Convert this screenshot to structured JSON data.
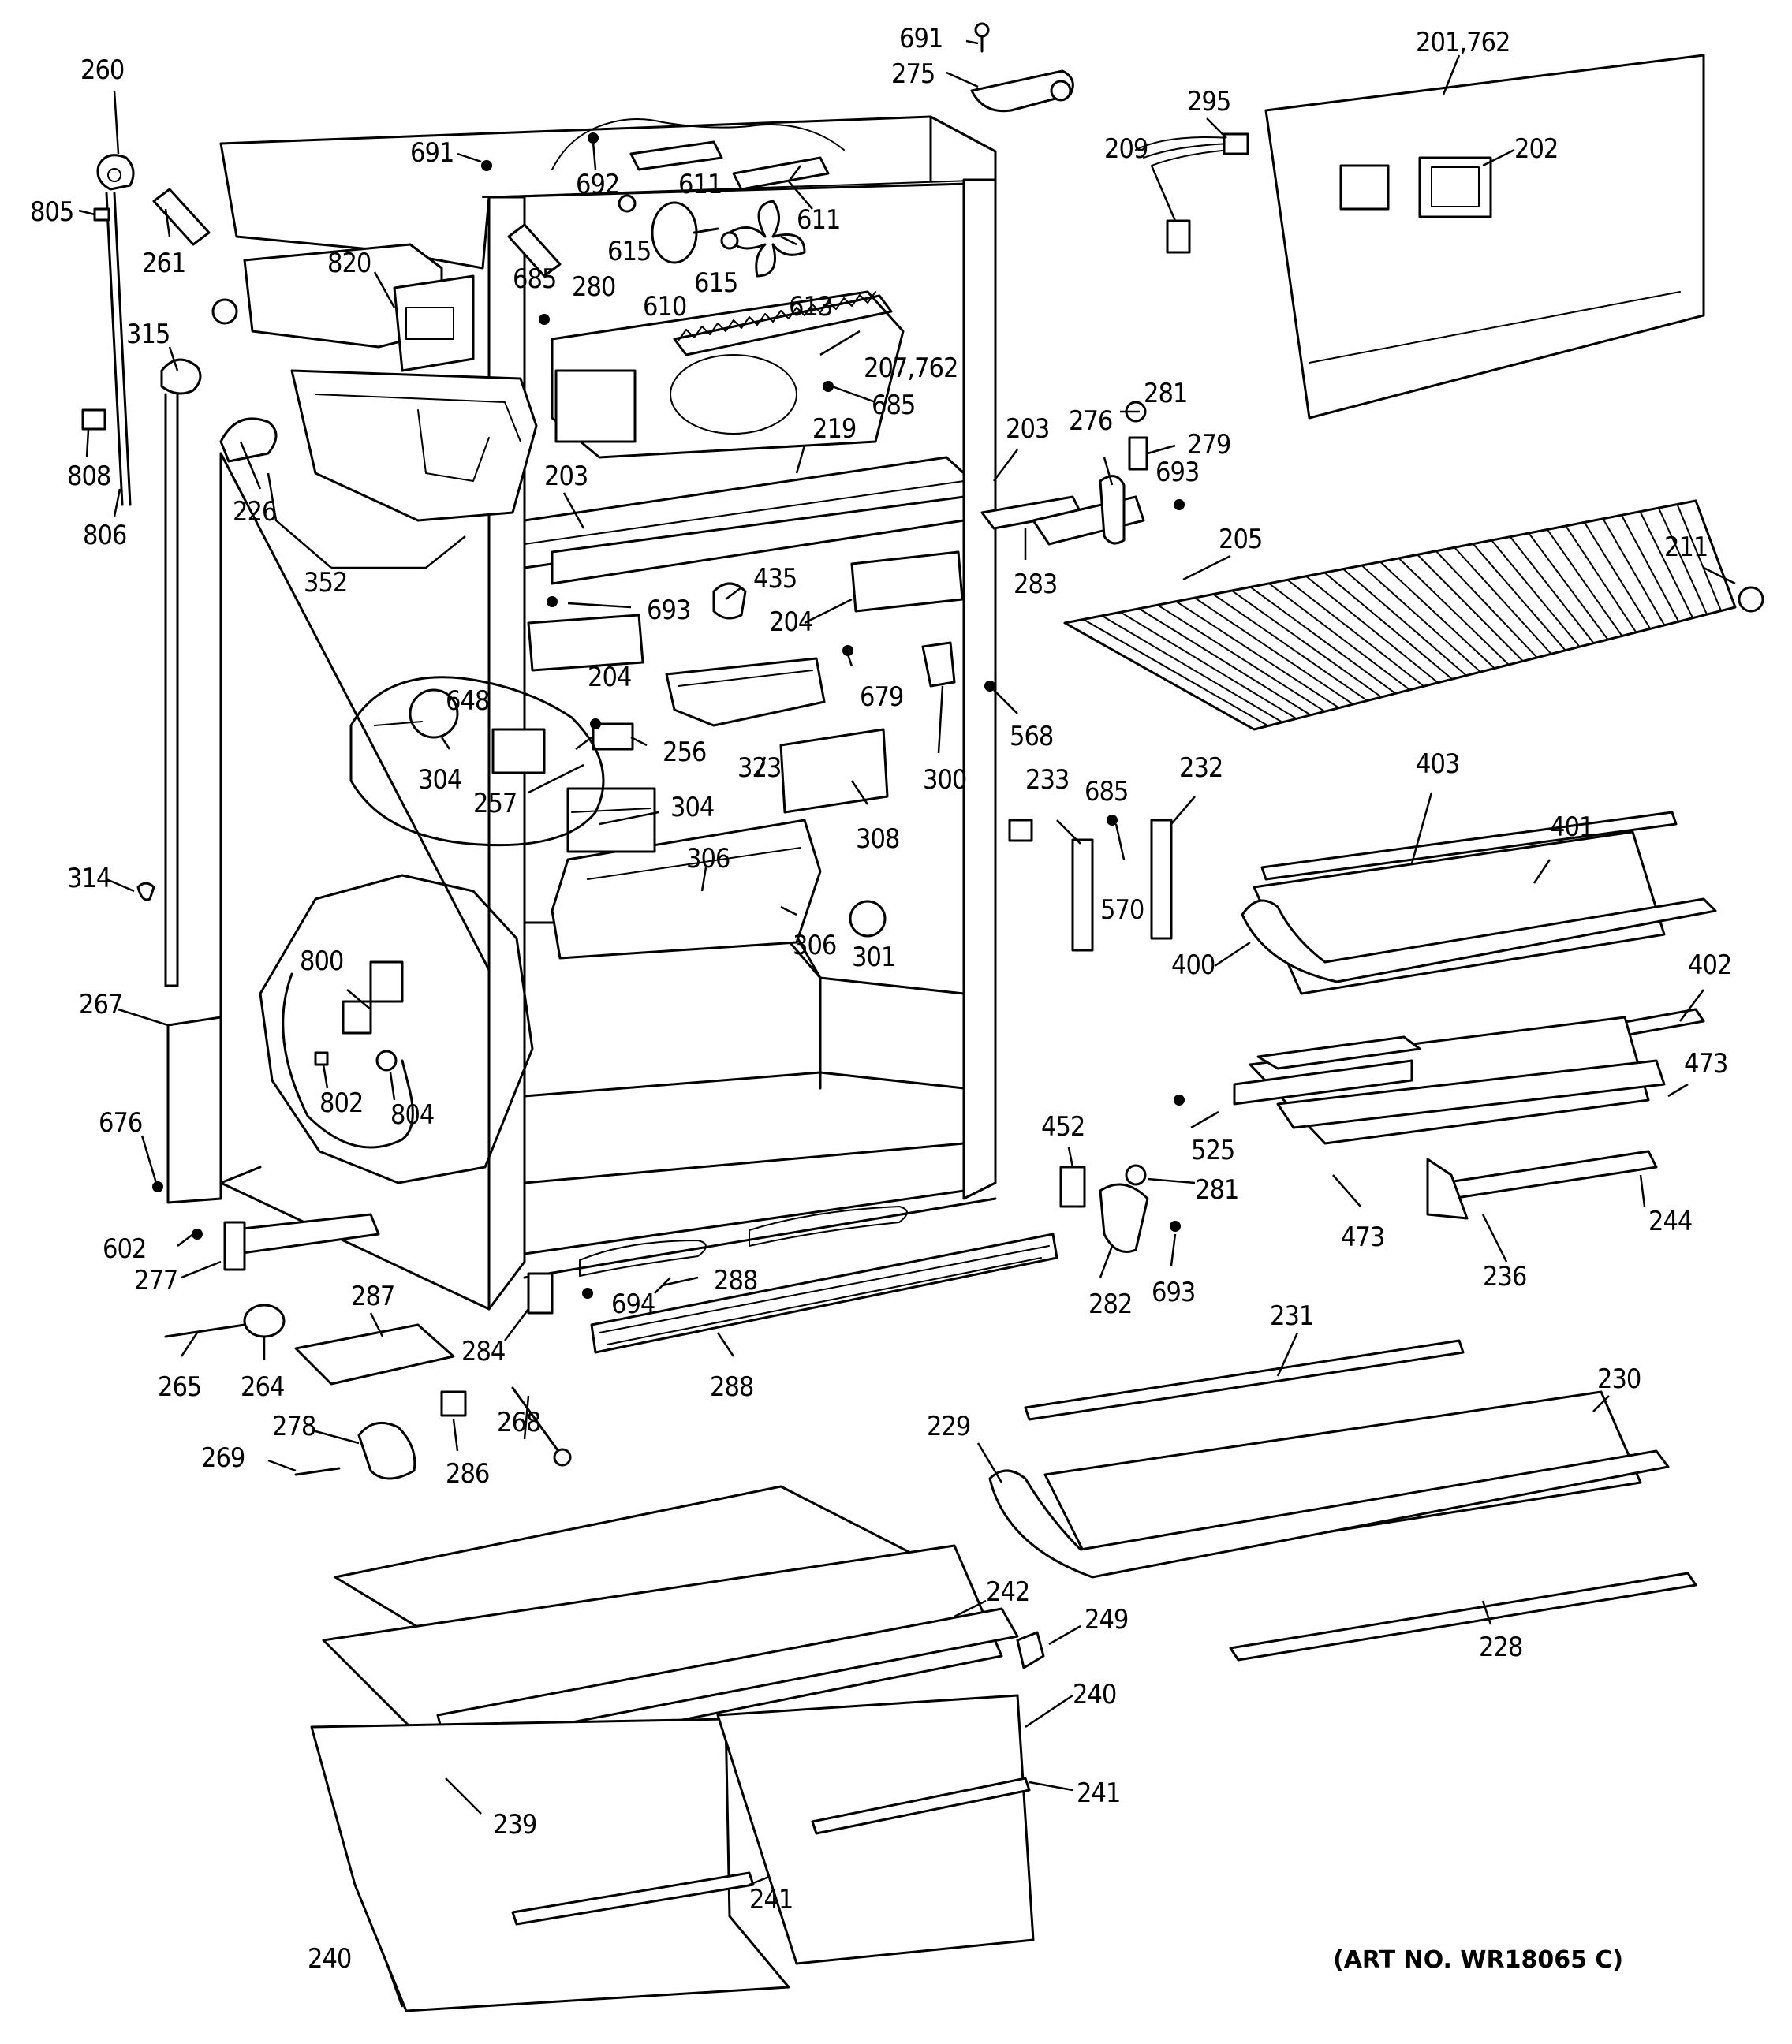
{
  "callouts": [
    {
      "id": "c260",
      "text": "260"
    },
    {
      "id": "c805",
      "text": "805"
    },
    {
      "id": "c261",
      "text": "261"
    },
    {
      "id": "c315",
      "text": "315"
    },
    {
      "id": "c808",
      "text": "808"
    },
    {
      "id": "c806",
      "text": "806"
    },
    {
      "id": "c226",
      "text": "226"
    },
    {
      "id": "c352",
      "text": "352"
    },
    {
      "id": "c820",
      "text": "820"
    },
    {
      "id": "c691a",
      "text": "691"
    },
    {
      "id": "c692",
      "text": "692"
    },
    {
      "id": "c611a",
      "text": "611"
    },
    {
      "id": "c611b",
      "text": "611"
    },
    {
      "id": "c615a",
      "text": "615"
    },
    {
      "id": "c615b",
      "text": "615"
    },
    {
      "id": "c610",
      "text": "610"
    },
    {
      "id": "c613",
      "text": "613"
    },
    {
      "id": "c280",
      "text": "280"
    },
    {
      "id": "c685a",
      "text": "685"
    },
    {
      "id": "c685b",
      "text": "685"
    },
    {
      "id": "c207",
      "text": "207,762"
    },
    {
      "id": "c219",
      "text": "219"
    },
    {
      "id": "c691b",
      "text": "691"
    },
    {
      "id": "c275",
      "text": "275"
    },
    {
      "id": "c201",
      "text": "201,762"
    },
    {
      "id": "c295",
      "text": "295"
    },
    {
      "id": "c209",
      "text": "209"
    },
    {
      "id": "c202",
      "text": "202"
    },
    {
      "id": "c281a",
      "text": "281"
    },
    {
      "id": "c279",
      "text": "279"
    },
    {
      "id": "c276",
      "text": "276"
    },
    {
      "id": "c693a",
      "text": "693"
    },
    {
      "id": "c203a",
      "text": "203"
    },
    {
      "id": "c203b",
      "text": "203"
    },
    {
      "id": "c283",
      "text": "283"
    },
    {
      "id": "c205",
      "text": "205"
    },
    {
      "id": "c211",
      "text": "211"
    },
    {
      "id": "c693b",
      "text": "693"
    },
    {
      "id": "c435",
      "text": "435"
    },
    {
      "id": "c204a",
      "text": "204"
    },
    {
      "id": "c204b",
      "text": "204"
    },
    {
      "id": "c679",
      "text": "679"
    },
    {
      "id": "c568",
      "text": "568"
    },
    {
      "id": "c648",
      "text": "648"
    },
    {
      "id": "c304a",
      "text": "304"
    },
    {
      "id": "c304b",
      "text": "304"
    },
    {
      "id": "c257",
      "text": "257"
    },
    {
      "id": "c256",
      "text": "256"
    },
    {
      "id": "c323",
      "text": "323"
    },
    {
      "id": "c300",
      "text": "300"
    },
    {
      "id": "c308",
      "text": "308"
    },
    {
      "id": "c306a",
      "text": "306"
    },
    {
      "id": "c306b",
      "text": "306"
    },
    {
      "id": "c301",
      "text": "301"
    },
    {
      "id": "c233",
      "text": "233"
    },
    {
      "id": "c685c",
      "text": "685"
    },
    {
      "id": "c232",
      "text": "232"
    },
    {
      "id": "c570",
      "text": "570"
    },
    {
      "id": "c403",
      "text": "403"
    },
    {
      "id": "c401",
      "text": "401"
    },
    {
      "id": "c400",
      "text": "400"
    },
    {
      "id": "c402",
      "text": "402"
    },
    {
      "id": "c473a",
      "text": "473"
    },
    {
      "id": "c473b",
      "text": "473"
    },
    {
      "id": "c525",
      "text": "525"
    },
    {
      "id": "c244",
      "text": "244"
    },
    {
      "id": "c236",
      "text": "236"
    },
    {
      "id": "c314",
      "text": "314"
    },
    {
      "id": "c800",
      "text": "800"
    },
    {
      "id": "c267",
      "text": "267"
    },
    {
      "id": "c802",
      "text": "802"
    },
    {
      "id": "c804",
      "text": "804"
    },
    {
      "id": "c676",
      "text": "676"
    },
    {
      "id": "c452",
      "text": "452"
    },
    {
      "id": "c281b",
      "text": "281"
    },
    {
      "id": "c282",
      "text": "282"
    },
    {
      "id": "c693c",
      "text": "693"
    },
    {
      "id": "c602",
      "text": "602"
    },
    {
      "id": "c277",
      "text": "277"
    },
    {
      "id": "c287",
      "text": "287"
    },
    {
      "id": "c694",
      "text": "694"
    },
    {
      "id": "c288a",
      "text": "288"
    },
    {
      "id": "c288b",
      "text": "288"
    },
    {
      "id": "c284",
      "text": "284"
    },
    {
      "id": "c265",
      "text": "265"
    },
    {
      "id": "c264",
      "text": "264"
    },
    {
      "id": "c268",
      "text": "268"
    },
    {
      "id": "c278",
      "text": "278"
    },
    {
      "id": "c269",
      "text": "269"
    },
    {
      "id": "c286",
      "text": "286"
    },
    {
      "id": "c231",
      "text": "231"
    },
    {
      "id": "c230",
      "text": "230"
    },
    {
      "id": "c229",
      "text": "229"
    },
    {
      "id": "c228",
      "text": "228"
    },
    {
      "id": "c242",
      "text": "242"
    },
    {
      "id": "c249",
      "text": "249"
    },
    {
      "id": "c240a",
      "text": "240"
    },
    {
      "id": "c240b",
      "text": "240"
    },
    {
      "id": "c241a",
      "text": "241"
    },
    {
      "id": "c241b",
      "text": "241"
    },
    {
      "id": "c239",
      "text": "239"
    }
  ],
  "art_number": "(ART NO. WR18065 C)"
}
